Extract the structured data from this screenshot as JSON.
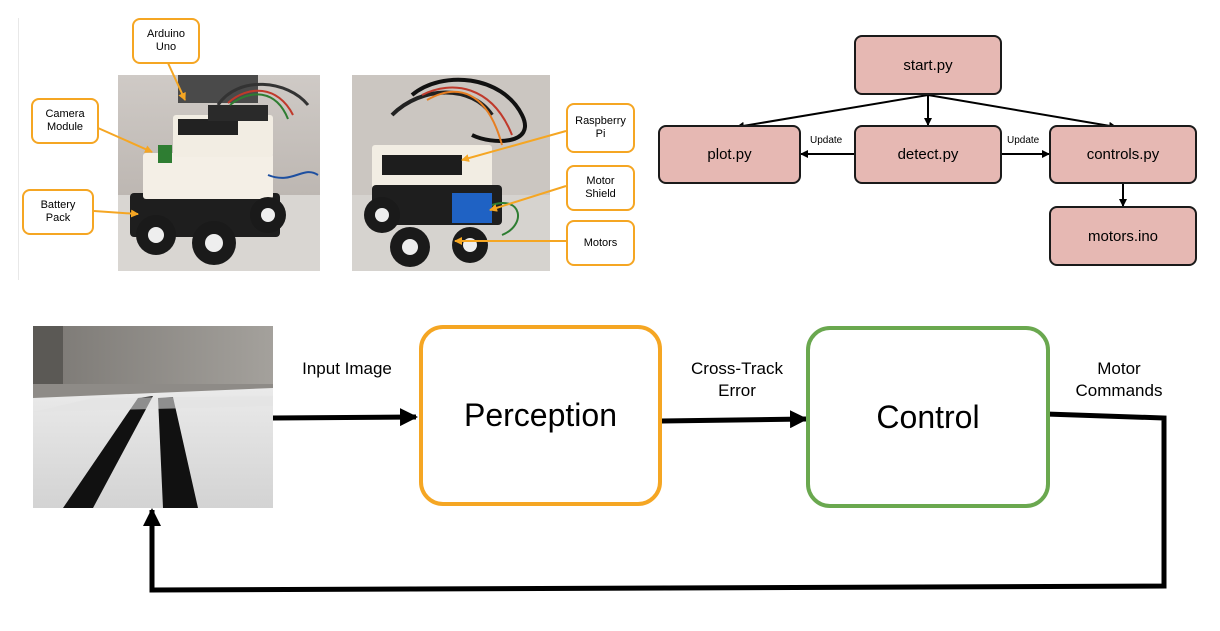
{
  "callouts": {
    "arduino": "Arduino\nUno",
    "camera": "Camera\nModule",
    "battery": "Battery\nPack",
    "raspberry": "Raspberry\nPi",
    "motor_shield": "Motor\nShield",
    "motors": "Motors"
  },
  "flow": {
    "start": "start.py",
    "plot": "plot.py",
    "detect": "detect.py",
    "controls": "controls.py",
    "motors": "motors.ino",
    "update_left": "Update",
    "update_right": "Update"
  },
  "pipeline": {
    "input_image": "Input Image",
    "perception": "Perception",
    "cross_track": "Cross-Track\nError",
    "control": "Control",
    "motor_commands": "Motor\nCommands"
  },
  "colors": {
    "callout_border": "#f5a623",
    "node_fill": "#e6b8b3",
    "perception_border": "#f5a623",
    "control_border": "#6aa84f"
  }
}
